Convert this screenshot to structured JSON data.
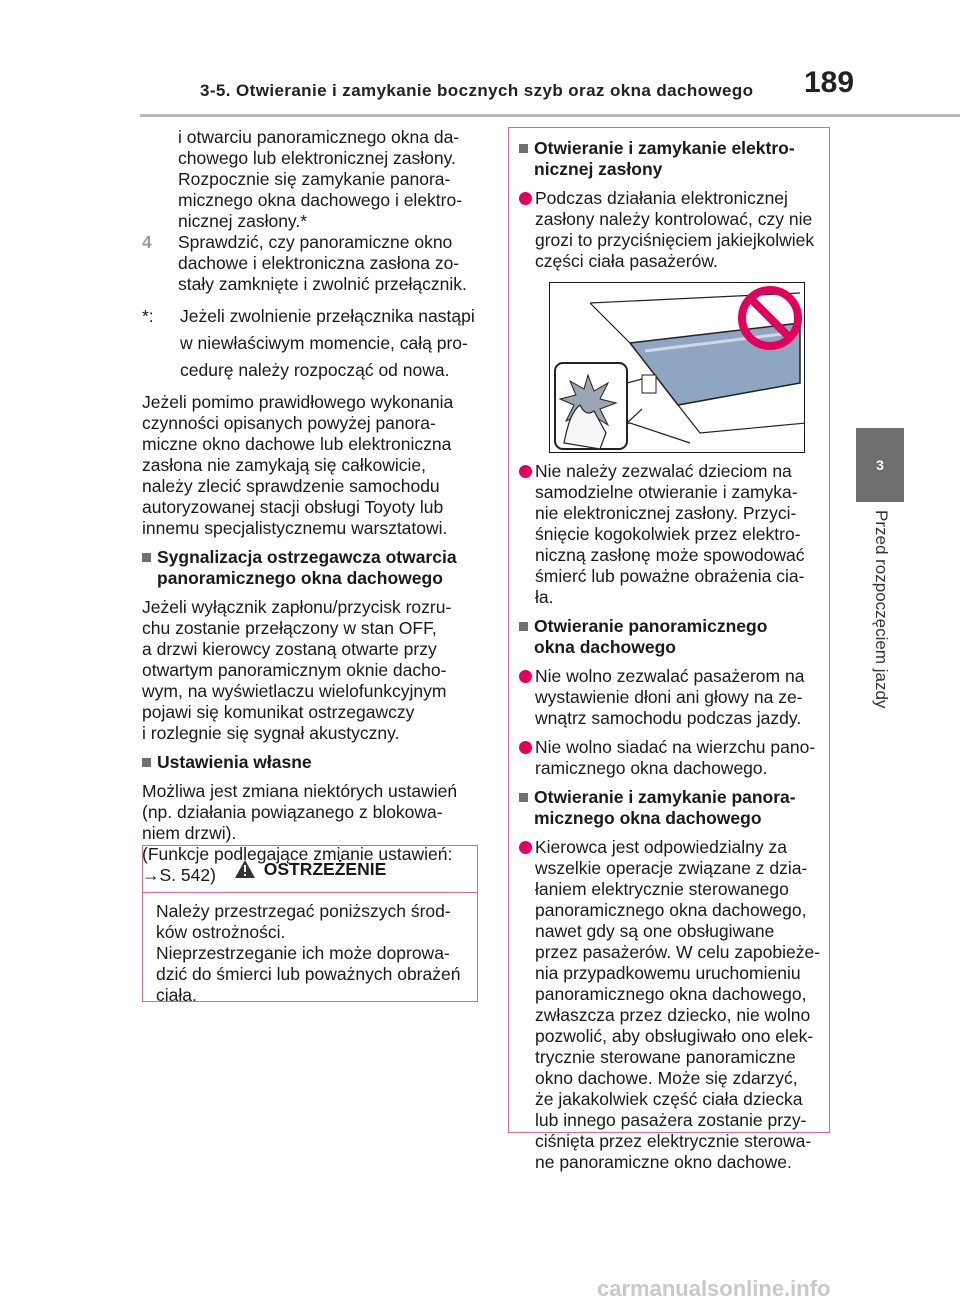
{
  "header": {
    "title": "3-5. Otwieranie i zamykanie bocznych szyb oraz okna dachowego",
    "page_number": "189"
  },
  "side_tab": {
    "chapter": "3",
    "label": "Przed rozpoczęciem jazdy"
  },
  "left": {
    "cont_lines": [
      "i otwarciu panoramicznego okna da-",
      "chowego lub elektronicznej zasłony.",
      "Rozpocznie się zamykanie panora-",
      "micznego okna dachowego i elektro-",
      "nicznej zasłony.*"
    ],
    "step4_num": "4",
    "step4_lines": [
      "Sprawdzić, czy panoramiczne okno",
      "dachowe i elektroniczna zasłona zo-",
      "stały zamknięte i zwolnić przełącznik."
    ],
    "footnote_mark": "*:",
    "footnote_lines": [
      "Jeżeli zwolnienie przełącznika nastąpi",
      "w niewłaściwym momencie, całą pro-",
      "cedurę należy rozpocząć od nowa."
    ],
    "para1_lines": [
      "Jeżeli pomimo prawidłowego wykonania",
      "czynności opisanych powyżej panora-",
      "miczne okno dachowe lub elektroniczna",
      "zasłona nie zamykają się całkowicie,",
      "należy zlecić sprawdzenie samochodu",
      "autoryzowanej stacji obsługi Toyoty lub",
      "innemu specjalistycznemu warsztatowi."
    ],
    "heading1_lines": [
      "Sygnalizacja ostrzegawcza otwarcia",
      "panoramicznego okna dachowego"
    ],
    "para2_lines": [
      "Jeżeli wyłącznik zapłonu/przycisk rozru-",
      "chu zostanie przełączony w stan OFF,",
      "a drzwi kierowcy zostaną otwarte przy",
      "otwartym panoramicznym oknie dacho-",
      "wym, na wyświetlaczu wielofunkcyjnym",
      "pojawi się komunikat ostrzegawczy",
      "i rozlegnie się sygnał akustyczny."
    ],
    "heading2": "Ustawienia własne",
    "para3_lines": [
      "Możliwa jest zmiana niektórych ustawień",
      "(np. działania powiązanego z blokowa-",
      "niem drzwi).",
      "(Funkcje podlegające zmianie ustawień:",
      "→S. 542)"
    ]
  },
  "warning": {
    "title": "OSTRZEŻENIE",
    "body_lines": [
      "Należy przestrzegać poniższych środ-",
      "ków ostrożności.",
      "Nieprzestrzeganie ich może doprowa-",
      "dzić do śmierci lub poważnych obrażeń",
      "ciała."
    ]
  },
  "right": {
    "h1_lines": [
      "Otwieranie i zamykanie elektro-",
      "nicznej zasłony"
    ],
    "b1_lines": [
      "Podczas działania elektronicznej",
      "zasłony należy kontrolować, czy nie",
      "grozi to przyciśnięciem jakiejkolwiek",
      "części ciała pasażerów."
    ],
    "b2_lines": [
      "Nie należy zezwalać dzieciom na",
      "samodzielne otwieranie i zamyka-",
      "nie elektronicznej zasłony. Przyci-",
      "śnięcie kogokolwiek przez elektro-",
      "niczną zasłonę może spowodować",
      "śmierć lub poważne obrażenia cia-",
      "ła."
    ],
    "h2_lines": [
      "Otwieranie panoramicznego",
      "okna dachowego"
    ],
    "b3_lines": [
      "Nie wolno zezwalać pasażerom na",
      "wystawienie dłoni ani głowy na ze-",
      "wnątrz samochodu podczas jazdy."
    ],
    "b4_lines": [
      "Nie wolno siadać na wierzchu pano-",
      "ramicznego okna dachowego."
    ],
    "h3_lines": [
      "Otwieranie i zamykanie panora-",
      "micznego okna dachowego"
    ],
    "b5_lines": [
      "Kierowca jest odpowiedzialny za",
      "wszelkie operacje związane z dzia-",
      "łaniem elektrycznie sterowanego",
      "panoramicznego okna dachowego,",
      "nawet gdy są one obsługiwane",
      "przez pasażerów. W celu zapobieże-",
      "nia przypadkowemu uruchomieniu",
      "panoramicznego okna dachowego,",
      "zwłaszcza przez dziecko, nie wolno",
      "pozwolić, aby obsługiwało ono elek-",
      "trycznie sterowane panoramiczne",
      "okno dachowe. Może się zdarzyć,",
      "że jakakolwiek część ciała dziecka",
      "lub innego pasażera zostanie przy-",
      "ciśnięta przez elektrycznie sterowa-",
      "ne panoramiczne okno dachowe."
    ]
  },
  "watermark": "carmanualsonline.info",
  "colors": {
    "accent": "#e4005a",
    "box_border": "#e4658d",
    "tab_bg": "#6e6e6e",
    "rule": "#b9b9b9"
  }
}
